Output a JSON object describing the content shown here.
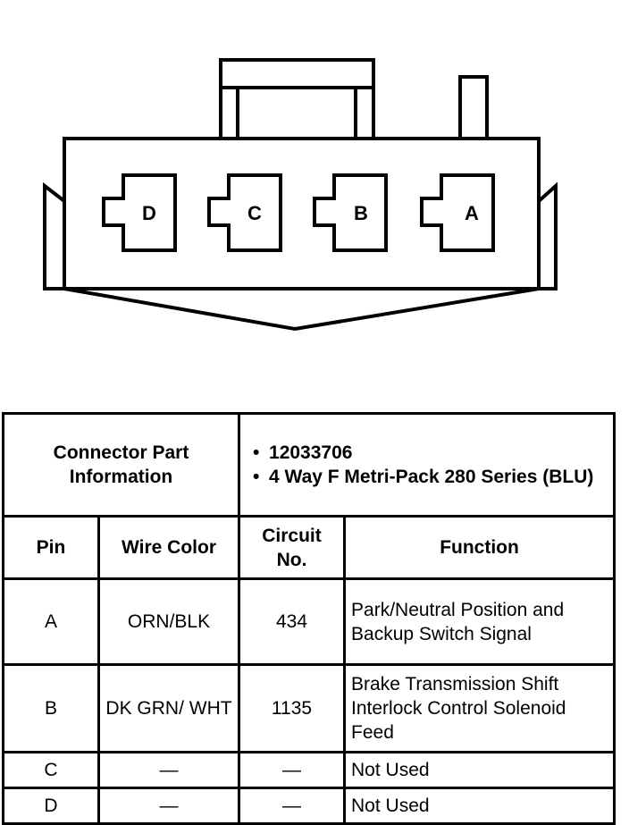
{
  "connector": {
    "pins": [
      "D",
      "C",
      "B",
      "A"
    ]
  },
  "part_info": {
    "label": "Connector Part Information",
    "items": [
      "12033706",
      "4 Way F Metri-Pack 280 Series (BLU)"
    ]
  },
  "headers": {
    "pin": "Pin",
    "wire_color": "Wire Color",
    "circuit": "Circuit No.",
    "function": "Function"
  },
  "rows": [
    {
      "pin": "A",
      "wire_color": "ORN/BLK",
      "circuit": "434",
      "function": "Park/Neutral Position and Backup Switch Signal"
    },
    {
      "pin": "B",
      "wire_color": "DK GRN/ WHT",
      "circuit": "1135",
      "function": "Brake Transmission Shift Interlock Control Solenoid Feed"
    },
    {
      "pin": "C",
      "wire_color": "—",
      "circuit": "—",
      "function": "Not Used"
    },
    {
      "pin": "D",
      "wire_color": "—",
      "circuit": "—",
      "function": "Not Used"
    }
  ]
}
